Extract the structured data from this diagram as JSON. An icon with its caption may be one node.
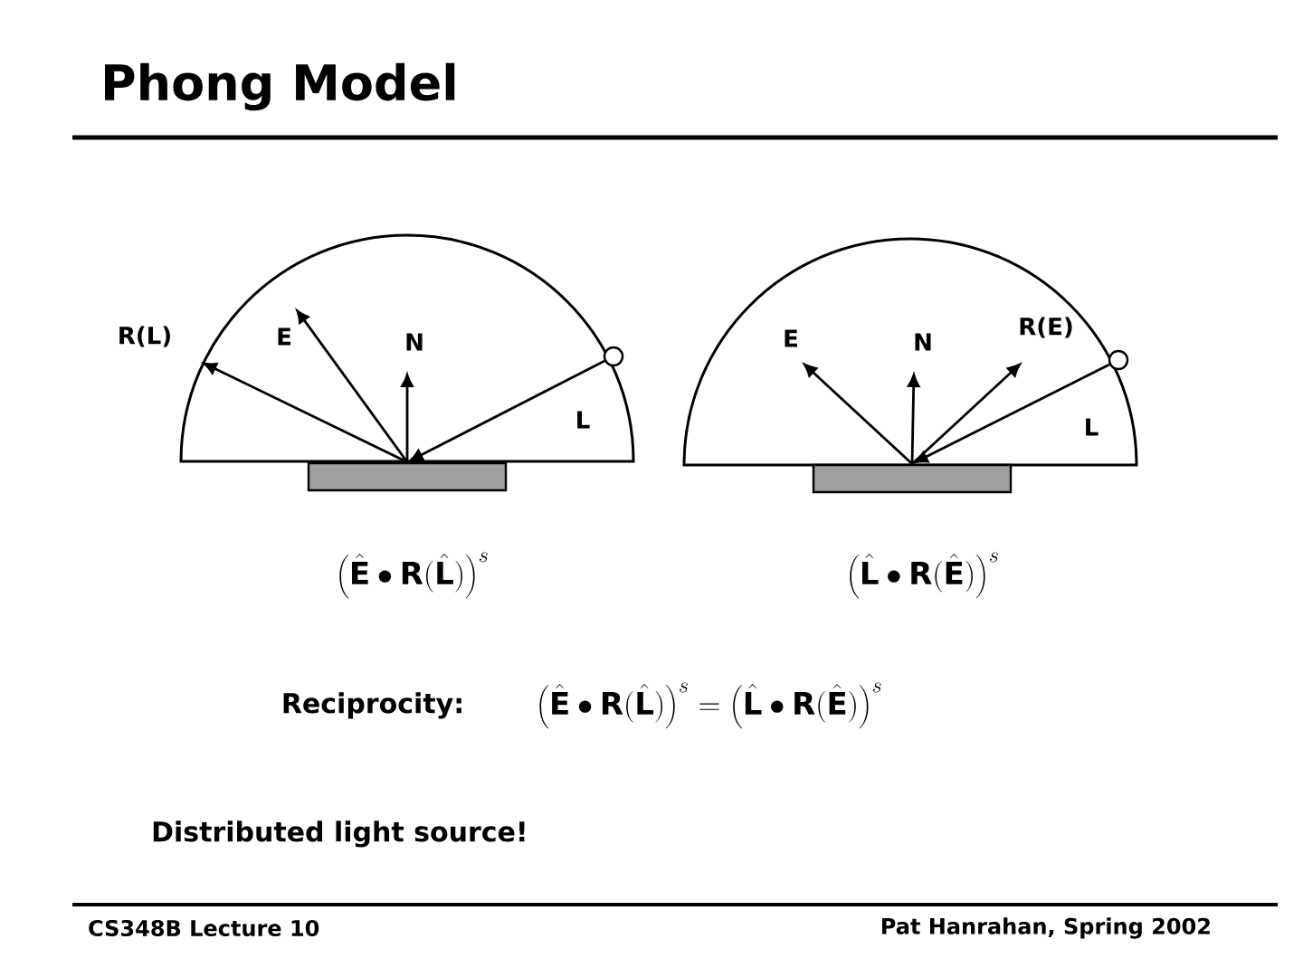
{
  "diagram": {
    "title": "Phong Model",
    "nodes": [
      {
        "text": [],
        "shape": "bar"
      },
      {
        "text": [],
        "shape": "circle"
      },
      {
        "text": [],
        "shape": "bar"
      },
      {
        "text": [],
        "shape": "circle"
      }
    ],
    "edges": [
      {
        "from": 0,
        "to": null,
        "arrow": "to",
        "label": "R(L)"
      },
      {
        "from": 0,
        "to": null,
        "arrow": "to",
        "label": "E"
      },
      {
        "from": 0,
        "to": null,
        "arrow": "to",
        "label": "N"
      },
      {
        "from": 1,
        "to": 0,
        "arrow": "to",
        "label": "L"
      },
      {
        "from": 2,
        "to": null,
        "arrow": "to",
        "label": "E"
      },
      {
        "from": 2,
        "to": null,
        "arrow": "to",
        "label": "N"
      },
      {
        "from": 2,
        "to": null,
        "arrow": "to",
        "label": "R(E)"
      },
      {
        "from": 3,
        "to": 2,
        "arrow": "to",
        "label": "L"
      }
    ],
    "labels": [
      "\\left(\\hat{\\mathbf{E}}\\bullet\\mathbf{R}(\\hat{\\mathbf{L}})\\right)^{s}",
      "\\left(\\hat{\\mathbf{L}}\\bullet\\mathbf{R}(\\hat{\\mathbf{E}})\\right)^{s}",
      "Reciprocity:",
      "\\left(\\hat{\\mathbf{E}}\\bullet\\mathbf{R}(\\hat{\\mathbf{L}})\\right)^{s}=\\left(\\hat{\\mathbf{L}}\\bullet\\mathbf{R}(\\hat{\\mathbf{E}})\\right)^{s}",
      "Distributed light source!",
      "CS348B Lecture 10",
      "Pat Hanrahan, Spring 2002"
    ]
  }
}
